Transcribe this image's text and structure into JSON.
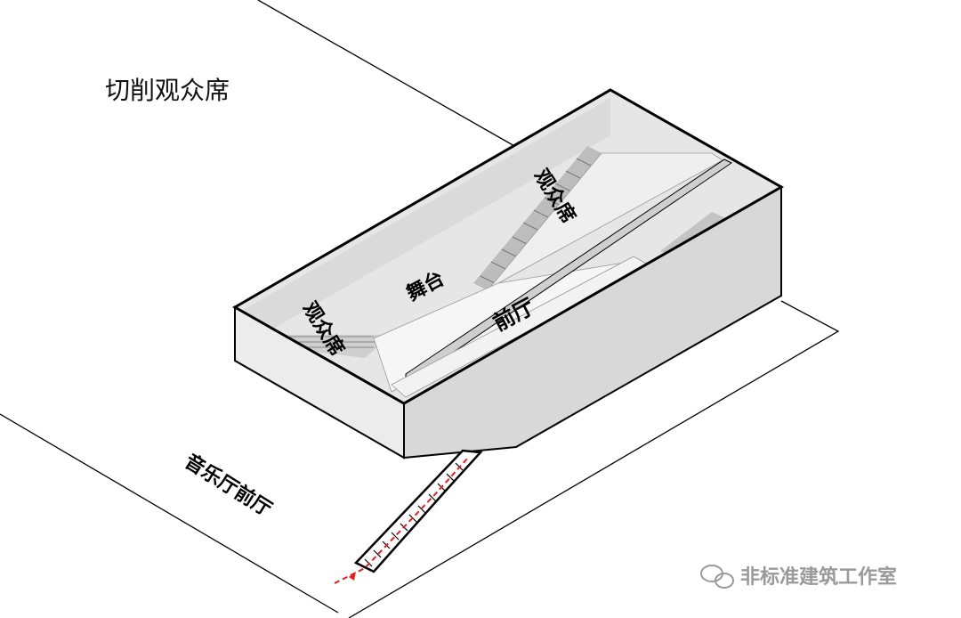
{
  "title": "切削观众席",
  "labels": {
    "audience_upper": "观众席",
    "audience_lower": "观众席",
    "stage": "舞台",
    "lobby": "前厅",
    "hall_lobby": "音乐厅前厅"
  },
  "watermark": {
    "text": "非标准建筑工作室",
    "icon": "wechat-icon"
  },
  "colors": {
    "box_fill": "#e2e2e2",
    "box_side": "#d6d6d6",
    "outline": "#000000",
    "path_arrow": "#e02020"
  }
}
